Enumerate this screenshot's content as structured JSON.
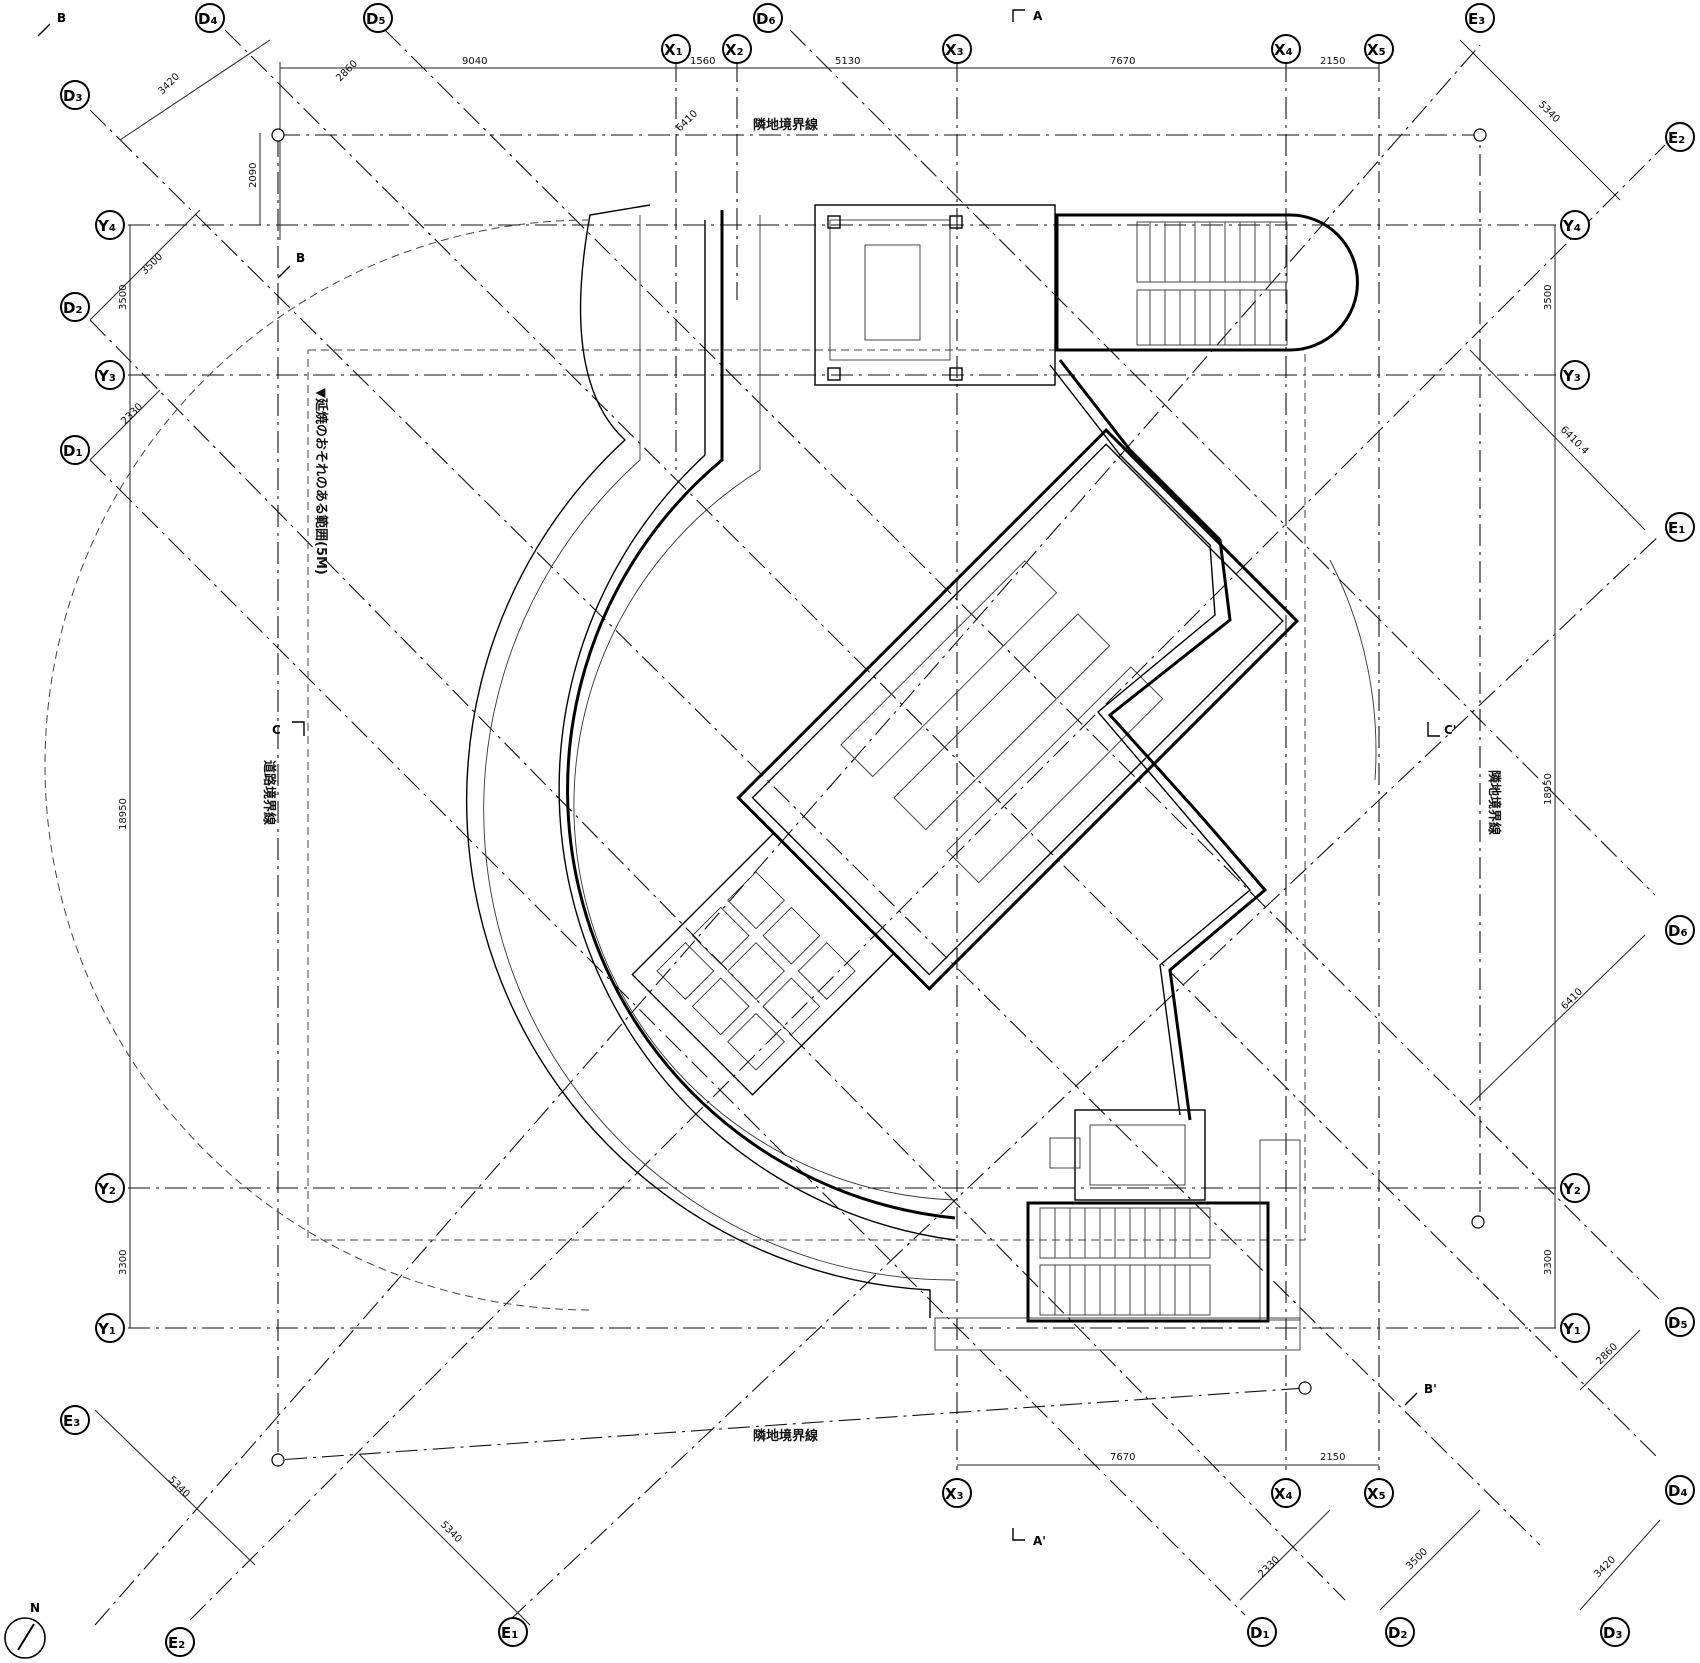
{
  "grid": {
    "x": [
      {
        "letter": "X",
        "sub": "1"
      },
      {
        "letter": "X",
        "sub": "2"
      },
      {
        "letter": "X",
        "sub": "3"
      },
      {
        "letter": "X",
        "sub": "4"
      },
      {
        "letter": "X",
        "sub": "5"
      }
    ],
    "y": [
      {
        "letter": "Y",
        "sub": "4"
      },
      {
        "letter": "Y",
        "sub": "3"
      },
      {
        "letter": "Y",
        "sub": "2"
      },
      {
        "letter": "Y",
        "sub": "1"
      }
    ],
    "d": [
      {
        "letter": "D",
        "sub": "1"
      },
      {
        "letter": "D",
        "sub": "2"
      },
      {
        "letter": "D",
        "sub": "3"
      },
      {
        "letter": "D",
        "sub": "4"
      },
      {
        "letter": "D",
        "sub": "5"
      },
      {
        "letter": "D",
        "sub": "6"
      }
    ],
    "e": [
      {
        "letter": "E",
        "sub": "1"
      },
      {
        "letter": "E",
        "sub": "2"
      },
      {
        "letter": "E",
        "sub": "3"
      }
    ]
  },
  "dimensions": {
    "top": [
      "9040",
      "1560",
      "5130",
      "7670",
      "2150"
    ],
    "bottom": [
      "7670",
      "2150"
    ],
    "left": [
      "2090",
      "3500",
      "18950",
      "3300"
    ],
    "right": [
      "3500",
      "18950",
      "3300"
    ],
    "diag_top_left": [
      "3420",
      "2860",
      "6410"
    ],
    "diag_top_right": [
      "5340",
      "6410.4"
    ],
    "diag_bottom_left": [
      "5340",
      "5340"
    ],
    "diag_bottom_right": [
      "2330",
      "3500",
      "3420",
      "2860",
      "6410"
    ],
    "diag_left": [
      "3500",
      "2330"
    ]
  },
  "labels": {
    "boundary_top": "隣地境界線",
    "boundary_bottom": "隣地境界線",
    "boundary_right": "隣地境界線",
    "road_boundary": "道路境界線",
    "fire_spread": "▼延焼のおそれのある範囲(5M)"
  },
  "sections": {
    "a": "A",
    "a_prime": "A'",
    "b": "B",
    "b_prime": "B'",
    "c": "C",
    "c_prime": "C'"
  },
  "north": "N"
}
